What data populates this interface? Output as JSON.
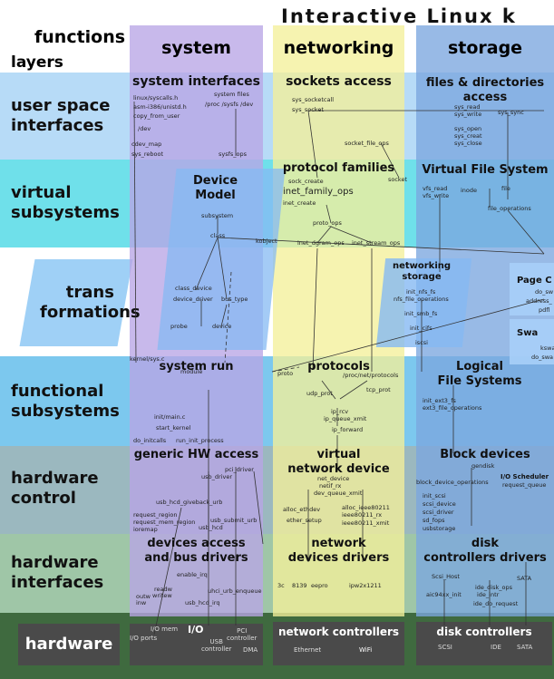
{
  "title": "Interactive Linux k",
  "headers": {
    "functions": "functions",
    "layers": "layers"
  },
  "columns": {
    "system": "system",
    "networking": "networking",
    "storage": "storage"
  },
  "layers": {
    "user_space": "user space\ninterfaces",
    "virtual": "virtual\nsubsystems",
    "trans": "trans\nformations",
    "functional": "functional\nsubsystems",
    "hw_control": "hardware\ncontrol",
    "hw_interfaces": "hardware\ninterfaces",
    "hardware": "hardware"
  },
  "boxes": {
    "system_interfaces": "system interfaces",
    "sockets_access": "sockets access",
    "files_dirs": "files & directories\naccess",
    "device_model": "Device\nModel",
    "protocol_families": "protocol families",
    "vfs": "Virtual File System",
    "networking_storage": "networking\nstorage",
    "page_c": "Page C",
    "swa": "Swa",
    "system_run": "system run",
    "protocols": "protocols",
    "logical_fs": "Logical\nFile Systems",
    "generic_hw": "generic HW access",
    "virtual_net": "virtual\nnetwork device",
    "block_devices": "Block devices",
    "devices_access": "devices access\nand bus drivers",
    "network_drivers": "network\ndevices drivers",
    "disk_controllers_drivers": "disk\ncontrollers drivers"
  },
  "labels": {
    "sys_if": [
      "linux/syscalls.h",
      "asm-i386/unistd.h",
      "copy_from_user",
      "/dev",
      "cdev_map",
      "sys_reboot",
      "system files",
      "/proc  /sysfs  /dev",
      "sysfs_ops"
    ],
    "sock": [
      "sys_socketcall",
      "sys_socket",
      "socket_file_ops",
      "socket"
    ],
    "files": [
      "sys_read",
      "sys_write",
      "sys_sync",
      "sys_open",
      "sys_creat",
      "sys_close"
    ],
    "devmodel": [
      "subsystem",
      "class",
      "kobject",
      "class_device",
      "device_driver",
      "bus_type",
      "probe",
      "device"
    ],
    "protofam": [
      "sock_create",
      "inet_family_ops",
      "inet_create",
      "proto_ops",
      "inet_dgram_ops",
      "inet_stream_ops"
    ],
    "vfs": [
      "vfs_read",
      "vfs_write",
      "inode",
      "file",
      "file_operations"
    ],
    "netstor": [
      "init_nfs_fs",
      "nfs_file_operations",
      "init_smb_fs",
      "init_cifs",
      "iscsi"
    ],
    "pagec": [
      "do_sw",
      "address_",
      "pdfl"
    ],
    "swa": [
      "kswa",
      "do_swa"
    ],
    "sysrun": [
      "kernel/sys.c",
      "module",
      "init/main.c",
      "start_kernel",
      "do_initcalls",
      "run_init_process"
    ],
    "protocols": [
      "proto",
      "/proc/net/protocols",
      "udp_prot",
      "tcp_prot",
      "ip_rcv",
      "ip_queue_xmit",
      "ip_forward"
    ],
    "logfs": [
      "init_ext3_fs",
      "ext3_file_operations"
    ],
    "generic": [
      "pci_driver",
      "usb_driver",
      "usb_hcd_giveback_urb",
      "request_region",
      "request_mem_region",
      "usb_hcd",
      "ioremap",
      "usb_submit_urb"
    ],
    "vnet": [
      "net_device",
      "netif_rx",
      "dev_queue_xmit",
      "alloc_ethdev",
      "ether_setup",
      "alloc_ieee80211",
      "ieee80211_rx",
      "ieee80211_xmit"
    ],
    "block": [
      "gendisk",
      "block_device_operations",
      "I/O Scheduler",
      "request_queue",
      "init_scsi",
      "scsi_device",
      "scsi_driver",
      "sd_fops",
      "usbstorage"
    ],
    "devacc": [
      "outw",
      "inw",
      "readw",
      "writew",
      "enable_irq",
      "usb_hcd_irq",
      "uhci_urb_enqueue"
    ],
    "netdrv": [
      "3c",
      "8139",
      "eepro",
      "ipw2x1211"
    ],
    "diskdrv": [
      "Scsi_Host",
      "aic94xx_init",
      "SATA",
      "ide_disk_ops",
      "ide_intr",
      "ide_do_request"
    ]
  },
  "hardware": {
    "io_ports": "I/O ports",
    "io_mem": "I/O mem",
    "io": "I/O",
    "usb": "USB\ncontroller",
    "pci": "PCI\ncontroller",
    "dma": "DMA",
    "network_controllers": "network controllers",
    "ethernet": "Ethernet",
    "wifi": "WiFi",
    "disk_controllers": "disk controllers",
    "scsi": "SCSI",
    "ide": "IDE",
    "sata": "SATA"
  },
  "colors": {
    "system": "#b9a5e6",
    "networking": "#f4ef9a",
    "storage": "#7ba6df",
    "user_space": "#b7dbf7",
    "virtual": "#6fe0ea",
    "trans": "#ffffff",
    "functional": "#7cc8ee",
    "hw_control": "#9bb8bf",
    "hw_interfaces": "#9fc6a7",
    "hardware": "#3f6a3f"
  }
}
